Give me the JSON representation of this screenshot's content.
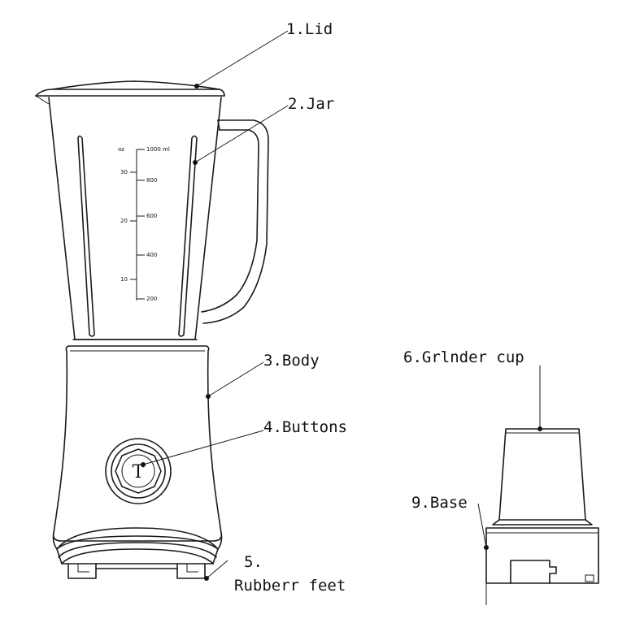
{
  "labels": {
    "lid": "1.Lid",
    "jar": "2.Jar",
    "body": "3.Body",
    "buttons": "4.Buttons",
    "feet_num": "5.",
    "feet": "Rubberr feet",
    "grinder_cup": "6.Grlnder cup",
    "base": "9.Base"
  },
  "scale": {
    "oz_header": "oz",
    "ml_header": "1000 ml",
    "oz_marks": [
      "30",
      "20",
      "10"
    ],
    "ml_marks": [
      "800",
      "600",
      "400",
      "200"
    ]
  },
  "button_symbol": "T",
  "colors": {
    "line": "#1a1a1a",
    "background": "#ffffff"
  }
}
